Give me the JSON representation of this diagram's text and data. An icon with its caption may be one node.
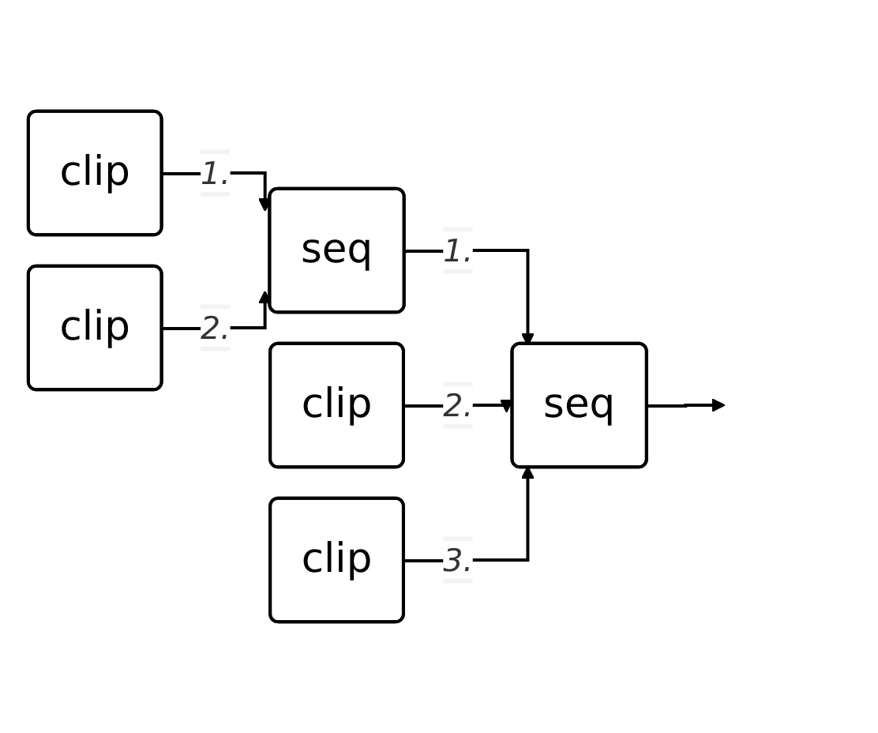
{
  "diagram": {
    "nodes": [
      {
        "text": [
          "clip"
        ]
      },
      {
        "text": [
          "clip"
        ]
      },
      {
        "text": [
          "seq"
        ]
      },
      {
        "text": [
          "clip"
        ]
      },
      {
        "text": [
          "clip"
        ]
      },
      {
        "text": [
          "seq"
        ]
      }
    ],
    "edges": [
      {
        "from": 0,
        "to": 2,
        "arrow": "to",
        "label": "1."
      },
      {
        "from": 1,
        "to": 2,
        "arrow": "to",
        "label": "2."
      },
      {
        "from": 2,
        "to": 5,
        "arrow": "to",
        "label": "1."
      },
      {
        "from": 3,
        "to": 5,
        "arrow": "to",
        "label": "2."
      },
      {
        "from": 4,
        "to": 5,
        "arrow": "to",
        "label": "3."
      },
      {
        "from": 5,
        "to": null,
        "arrow": "to"
      }
    ]
  }
}
